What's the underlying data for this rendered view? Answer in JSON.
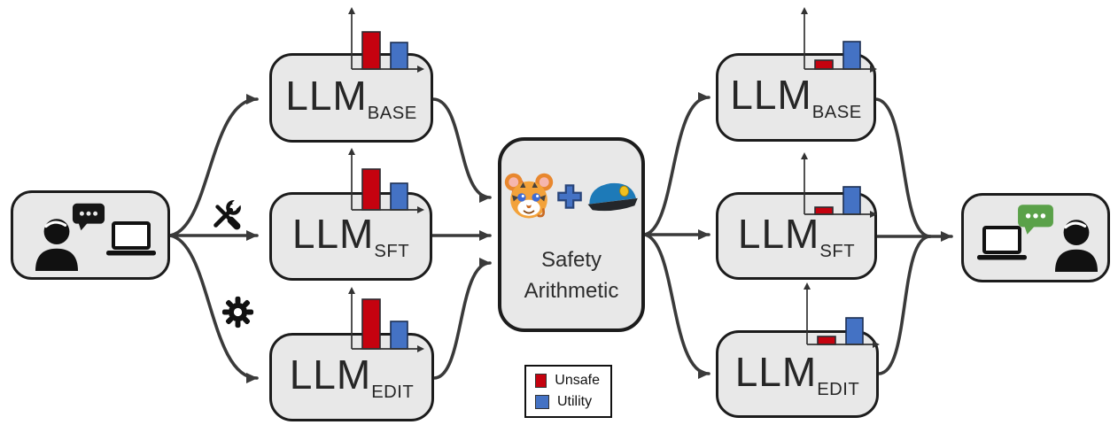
{
  "palette": {
    "box_fill": "#e8e8e8",
    "box_border": "#1c1c1c",
    "arrow": "#3a3a3a",
    "unsafe": "#c5020f",
    "utility": "#4472c4",
    "bubble_left": "#161616",
    "bubble_right": "#5aa149"
  },
  "input_box": {
    "icons": [
      "user-icon",
      "chat-dots-icon",
      "laptop-icon"
    ]
  },
  "edge_icons": {
    "top": "tools-icon",
    "bottom": "gear-icon"
  },
  "left_models": [
    {
      "label": "LLM",
      "subscript": "BASE",
      "bars": {
        "unsafe": 42,
        "utility": 30
      }
    },
    {
      "label": "LLM",
      "subscript": "SFT",
      "bars": {
        "unsafe": 46,
        "utility": 30
      }
    },
    {
      "label": "LLM",
      "subscript": "EDIT",
      "bars": {
        "unsafe": 56,
        "utility": 31
      }
    }
  ],
  "center": {
    "line1": "Safety",
    "line2": "Arithmetic",
    "icons": [
      "tiger-icon",
      "plus-icon",
      "police-cap-icon"
    ]
  },
  "right_models": [
    {
      "label": "LLM",
      "subscript": "BASE",
      "bars": {
        "unsafe": 10,
        "utility": 31
      }
    },
    {
      "label": "LLM",
      "subscript": "SFT",
      "bars": {
        "unsafe": 8,
        "utility": 31
      }
    },
    {
      "label": "LLM",
      "subscript": "EDIT",
      "bars": {
        "unsafe": 9,
        "utility": 30
      }
    }
  ],
  "output_box": {
    "icons": [
      "laptop-icon",
      "chat-dots-icon",
      "user-icon"
    ]
  },
  "legend": [
    {
      "label": "Unsafe",
      "color": "#c5020f"
    },
    {
      "label": "Utility",
      "color": "#4472c4"
    }
  ]
}
